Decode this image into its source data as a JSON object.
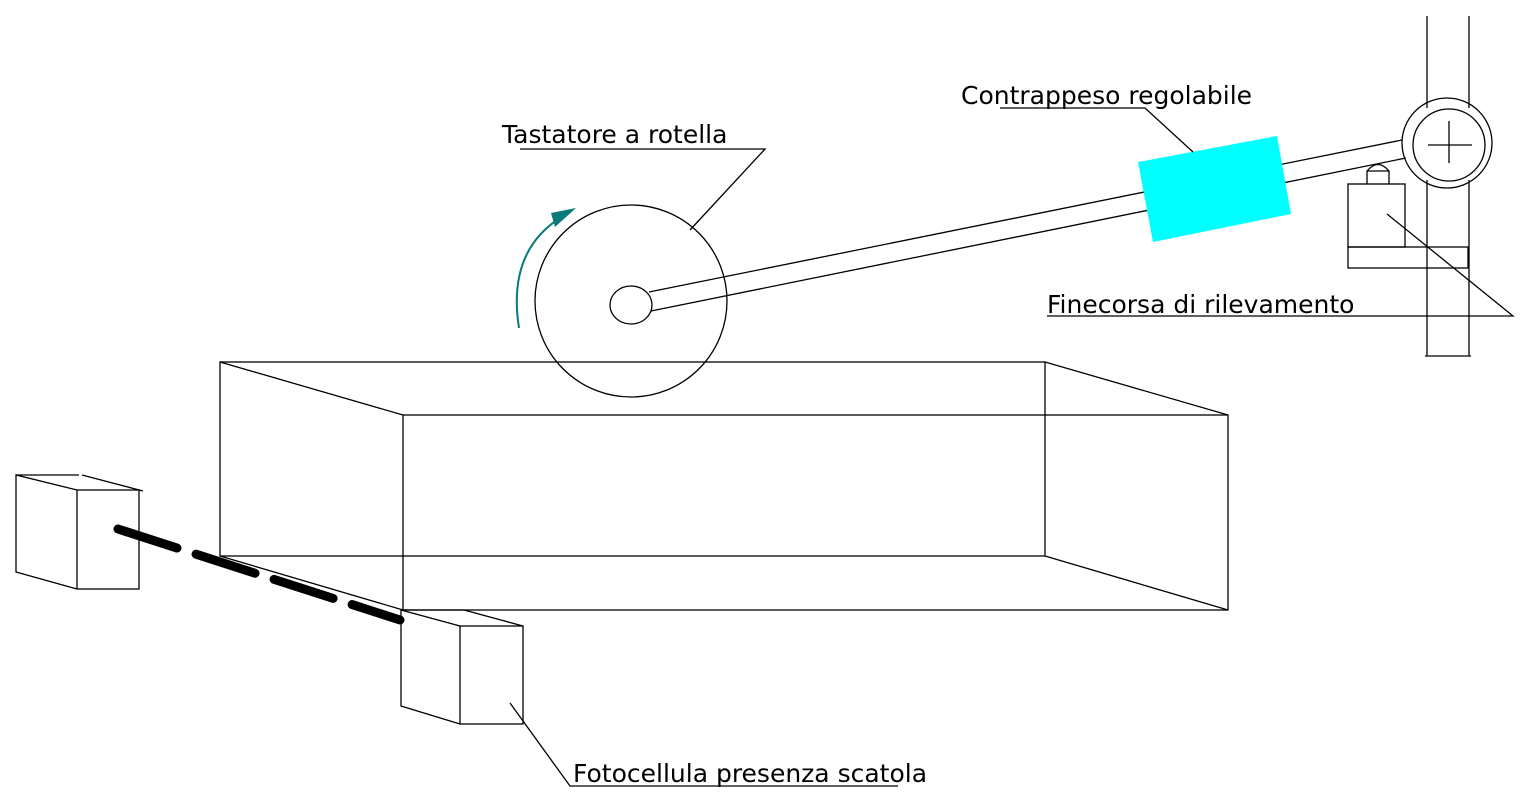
{
  "labels": {
    "roller_feeler": "Tastatore a rotella",
    "counterweight": "Contrappeso regolabile",
    "limit_switch": "Finecorsa di rilevamento",
    "photocell": "Fotocellula presenza scatola"
  },
  "colors": {
    "counterweight_fill": "#00ffff",
    "rotation_arrow": "#0a7a7a",
    "line": "#000000",
    "beam": "#000000"
  }
}
